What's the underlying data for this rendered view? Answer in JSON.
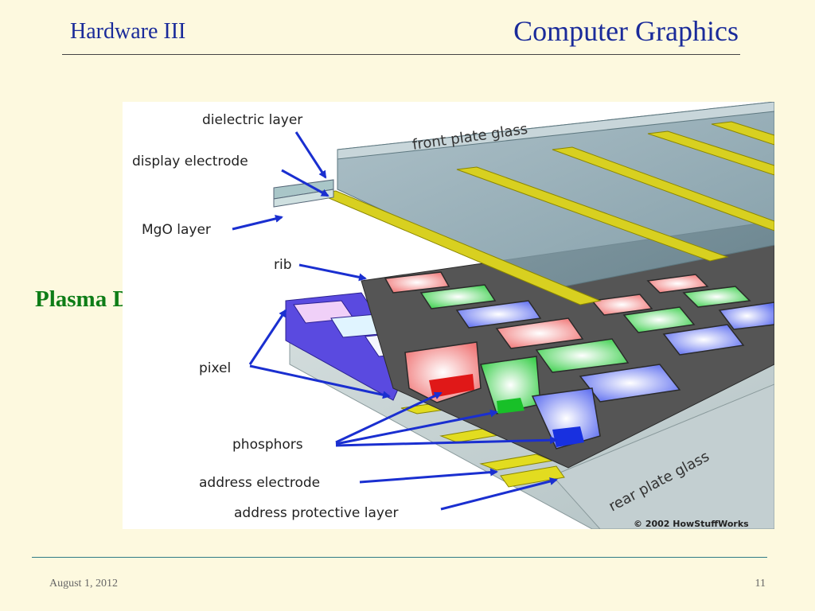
{
  "header": {
    "section": "Hardware III",
    "course": "Computer Graphics"
  },
  "slide": {
    "title": "Plasma Display"
  },
  "diagram": {
    "labels": {
      "dielectric_layer": "dielectric layer",
      "display_electrode": "display electrode",
      "mgo_layer": "MgO layer",
      "rib": "rib",
      "pixel": "pixel",
      "phosphors": "phosphors",
      "address_electrode": "address electrode",
      "address_protective_layer": "address protective layer",
      "front_plate_glass": "front plate glass",
      "rear_plate_glass": "rear plate glass"
    },
    "copyright": "© 2002 HowStuffWorks",
    "colors": {
      "arrow": "#1a2fd0",
      "electrode": "#d8d020",
      "rib": "#4a4a4a",
      "pixel_block": "#5a4ae0",
      "red_cell": "#e02020",
      "green_cell": "#20c030",
      "blue_cell": "#2030e0"
    }
  },
  "footer": {
    "date": "August 1, 2012",
    "page": "11"
  }
}
